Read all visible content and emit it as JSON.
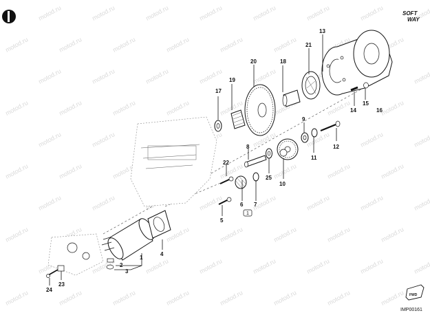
{
  "brand": {
    "logo_line1": "SOFT",
    "logo_line2": "WAY"
  },
  "watermark": "motod.ru",
  "image_code": "IMP00161",
  "fwd_label": "FWD",
  "callouts": [
    "1",
    "2",
    "3",
    "4",
    "5",
    "6",
    "7",
    "8",
    "9",
    "10",
    "11",
    "12",
    "13",
    "14",
    "15",
    "16",
    "17",
    "18",
    "19",
    "20",
    "21",
    "22",
    "23",
    "24",
    "25"
  ]
}
